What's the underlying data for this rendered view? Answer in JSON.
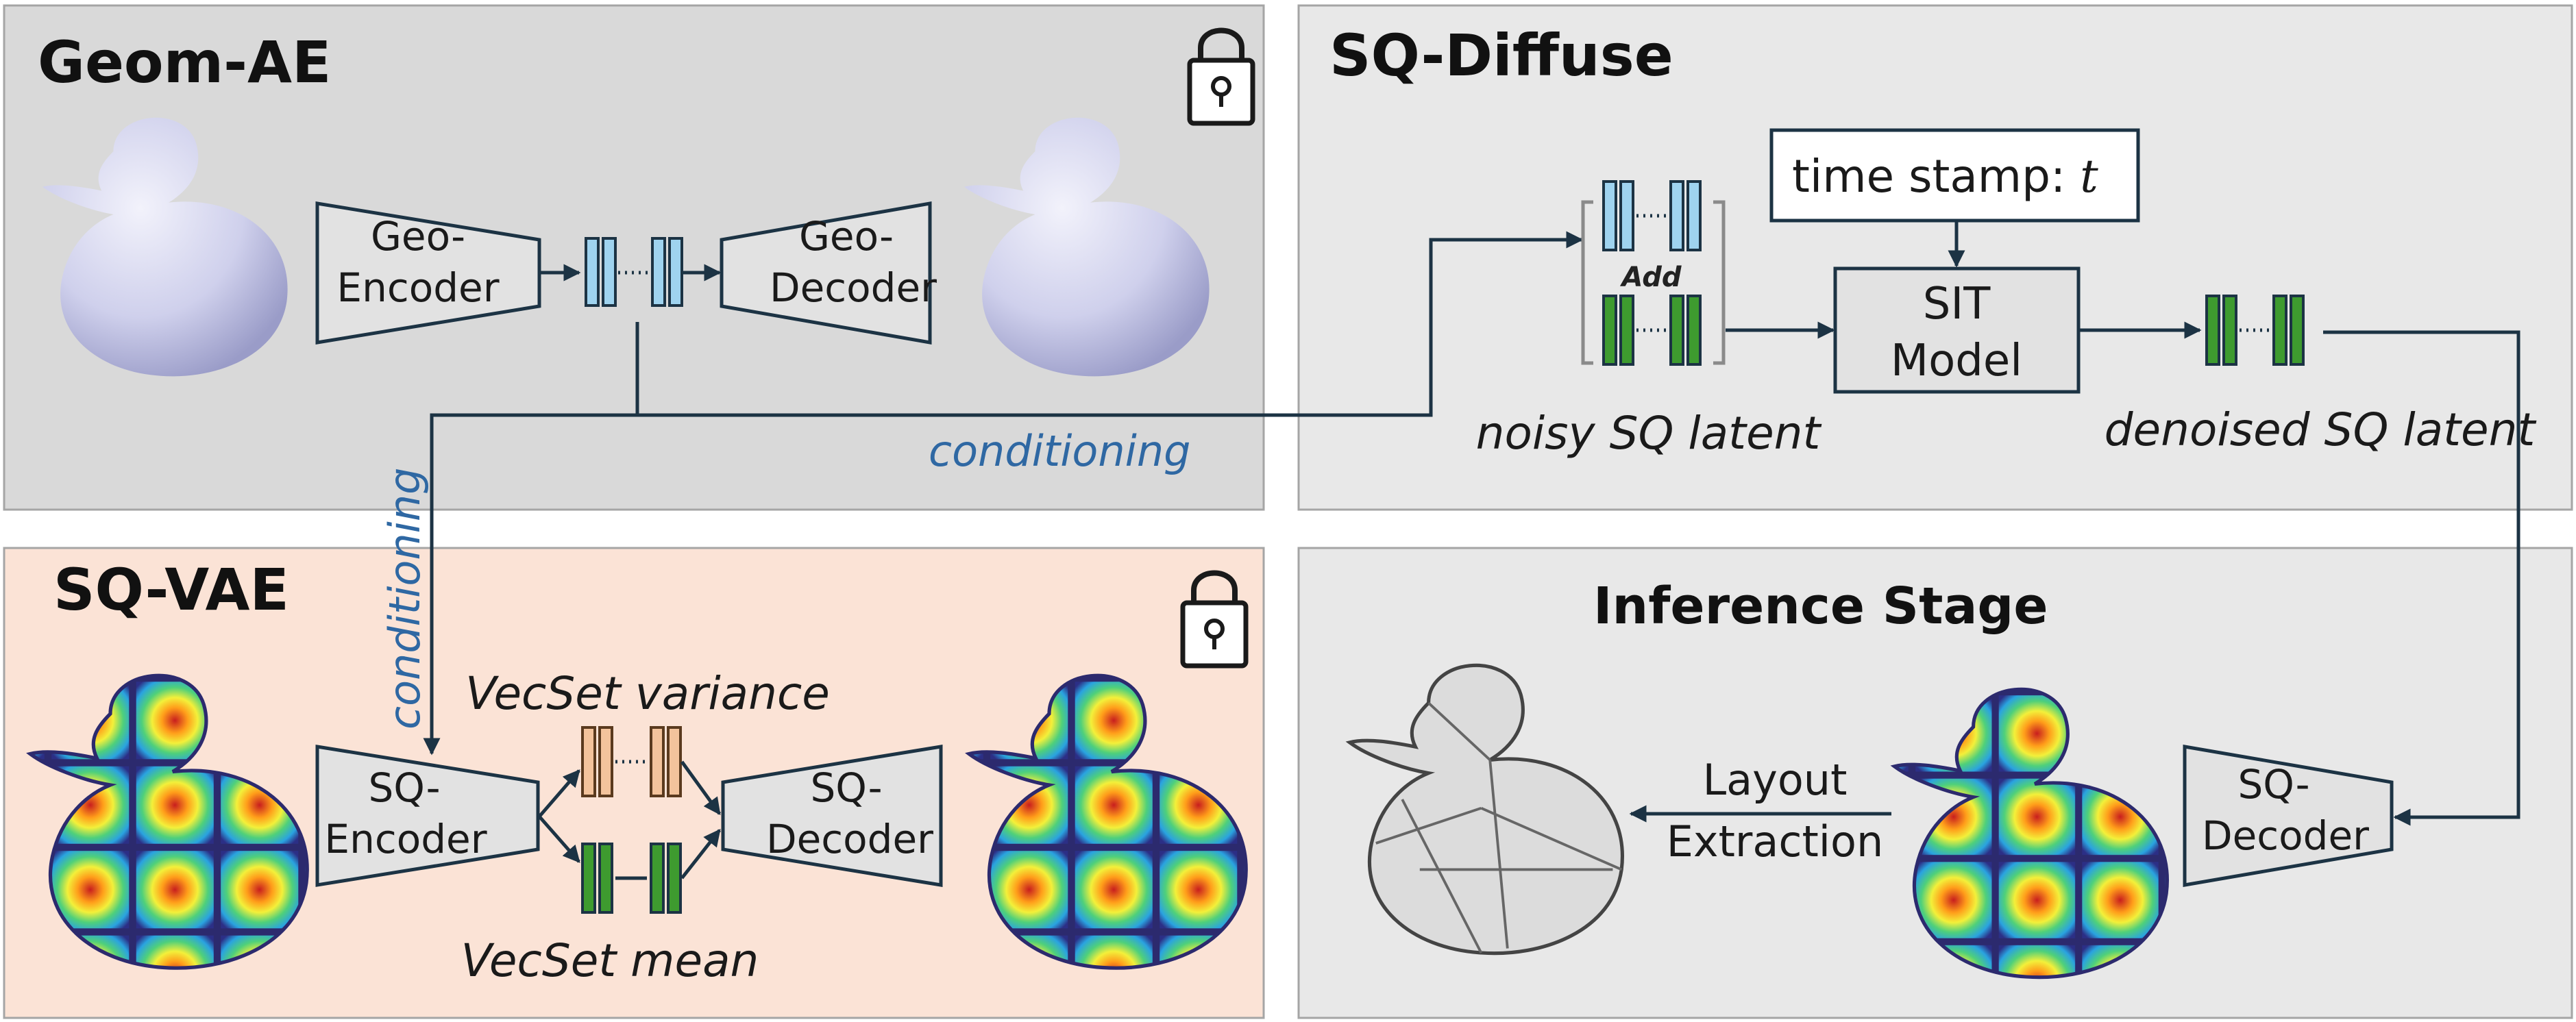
{
  "panels": {
    "geom_ae": {
      "title": "Geom-AE"
    },
    "sq_diffuse": {
      "title": "SQ-Diffuse"
    },
    "sq_vae": {
      "title": "SQ-VAE"
    },
    "inference": {
      "title": "Inference Stage"
    }
  },
  "blocks": {
    "geo_encoder": [
      "Geo-",
      "Encoder"
    ],
    "geo_decoder": [
      "Geo-",
      "Decoder"
    ],
    "sq_encoder": [
      "SQ-",
      "Encoder"
    ],
    "sq_decoder_vae": [
      "SQ-",
      "Decoder"
    ],
    "sq_decoder_inf": [
      "SQ-",
      "Decoder"
    ],
    "sit_model": [
      "SIT",
      "Model"
    ]
  },
  "labels": {
    "time_stamp": "time stamp: ",
    "time_var": "t",
    "add": "Add",
    "noisy_latent": "noisy SQ latent",
    "denoised_latent": "denoised SQ latent",
    "conditioning_h": "conditioning",
    "conditioning_v": "conditioning",
    "vecset_variance": "VecSet variance",
    "vecset_mean": "VecSet mean",
    "layout_extraction": [
      "Layout",
      "Extraction"
    ]
  },
  "colors": {
    "geom_ae_bg": "#d9d9d9",
    "sq_diffuse_bg": "#e8e8e8",
    "sq_vae_bg": "#fbe3d6",
    "inference_bg": "#e8e8e8",
    "latent_blue": "#9fd3ef",
    "latent_green": "#3e9b2f",
    "latent_orange": "#f3c39c",
    "conditioning": "#2f68a3",
    "duck_gray": "#d8d9ef"
  },
  "icons": [
    "lock-icon",
    "duck-mesh",
    "duck-sq-textured",
    "duck-low-poly"
  ]
}
